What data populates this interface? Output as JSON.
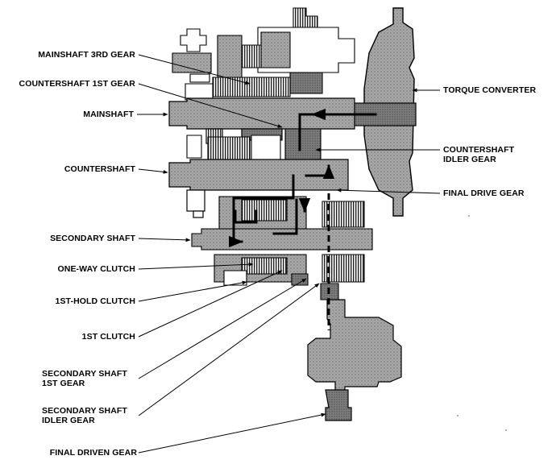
{
  "labels": {
    "mainshaft_3rd_gear": "MAINSHAFT 3RD GEAR",
    "countershaft_1st_gear": "COUNTERSHAFT 1ST GEAR",
    "mainshaft": "MAINSHAFT",
    "countershaft": "COUNTERSHAFT",
    "secondary_shaft": "SECONDARY SHAFT",
    "one_way_clutch": "ONE-WAY CLUTCH",
    "first_hold_clutch": "1ST-HOLD CLUTCH",
    "first_clutch": "1ST CLUTCH",
    "secondary_shaft_1st_gear_line1": "SECONDARY SHAFT",
    "secondary_shaft_1st_gear_line2": "1ST GEAR",
    "secondary_shaft_idler_gear_line1": "SECONDARY SHAFT",
    "secondary_shaft_idler_gear_line2": "IDLER GEAR",
    "final_driven_gear": "FINAL DRIVEN GEAR",
    "torque_converter": "TORQUE CONVERTER",
    "countershaft_idler_gear_line1": "COUNTERSHAFT",
    "countershaft_idler_gear_line2": "IDLER GEAR",
    "final_drive_gear": "FINAL DRIVE GEAR"
  },
  "colors": {
    "ink": "#000000",
    "part_fill": "#9a9a9a",
    "part_fill_dark": "#6e6e6e",
    "part_fill_light": "#cfcfcf",
    "background": "#ffffff"
  }
}
